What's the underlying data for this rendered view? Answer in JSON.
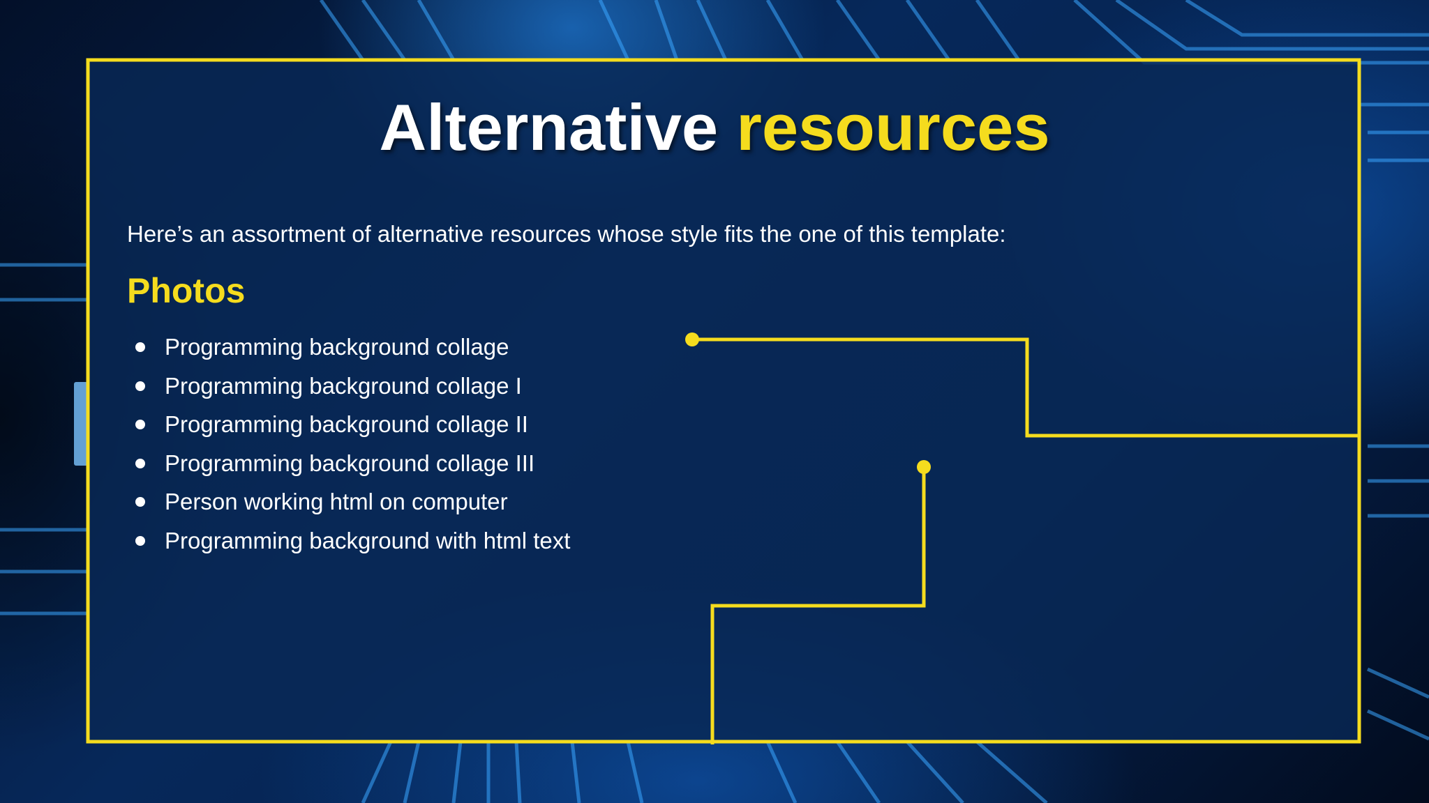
{
  "slide": {
    "title_part1": "Alternative",
    "title_part2": "resources",
    "intro": "Here’s an assortment of alternative resources whose style fits the one of this template:",
    "section_heading": "Photos",
    "items": [
      "Programming background collage",
      "Programming background collage I",
      "Programming background collage II",
      "Programming background collage III",
      "Person working html on computer",
      "Programming background with html text"
    ]
  },
  "colors": {
    "accent_yellow": "#f5dc1e",
    "text_white": "#ffffff",
    "panel_blue": "#082855"
  }
}
